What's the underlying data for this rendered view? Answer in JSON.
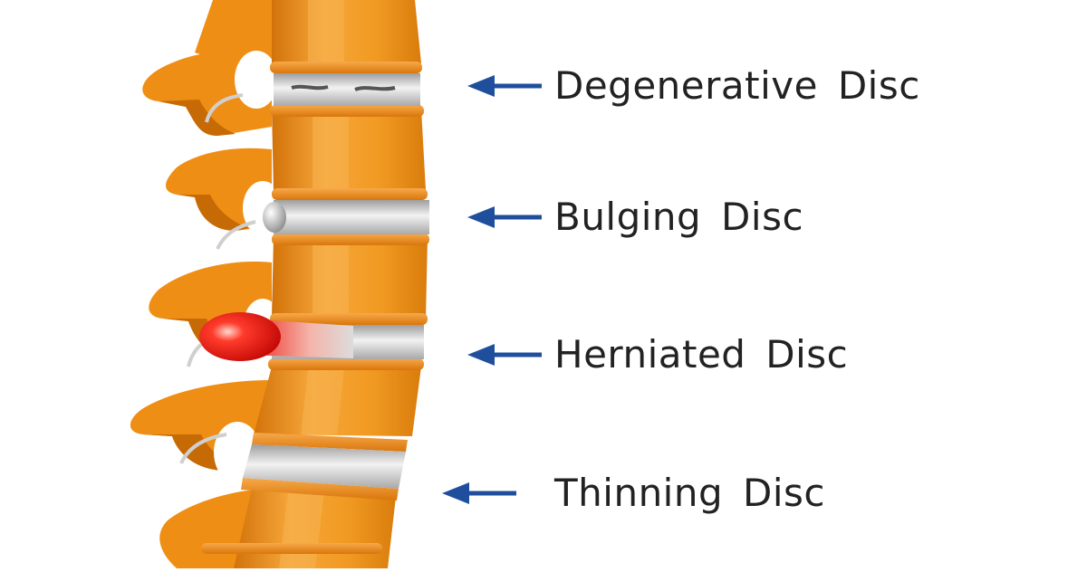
{
  "labels": [
    {
      "id": "degenerative",
      "text": "Degenerative Disc"
    },
    {
      "id": "bulging",
      "text": "Bulging Disc"
    },
    {
      "id": "herniated",
      "text": "Herniated Disc"
    },
    {
      "id": "thinning",
      "text": "Thinning Disc"
    }
  ],
  "colors": {
    "bone": "#ef8e14",
    "bone_light": "#f8b452",
    "bone_dark": "#c66a06",
    "disc": "#c9c9c9",
    "disc_highlight": "#efefef",
    "herniation": "#e8110d",
    "arrow": "#1f4f9c",
    "text": "#222222"
  }
}
